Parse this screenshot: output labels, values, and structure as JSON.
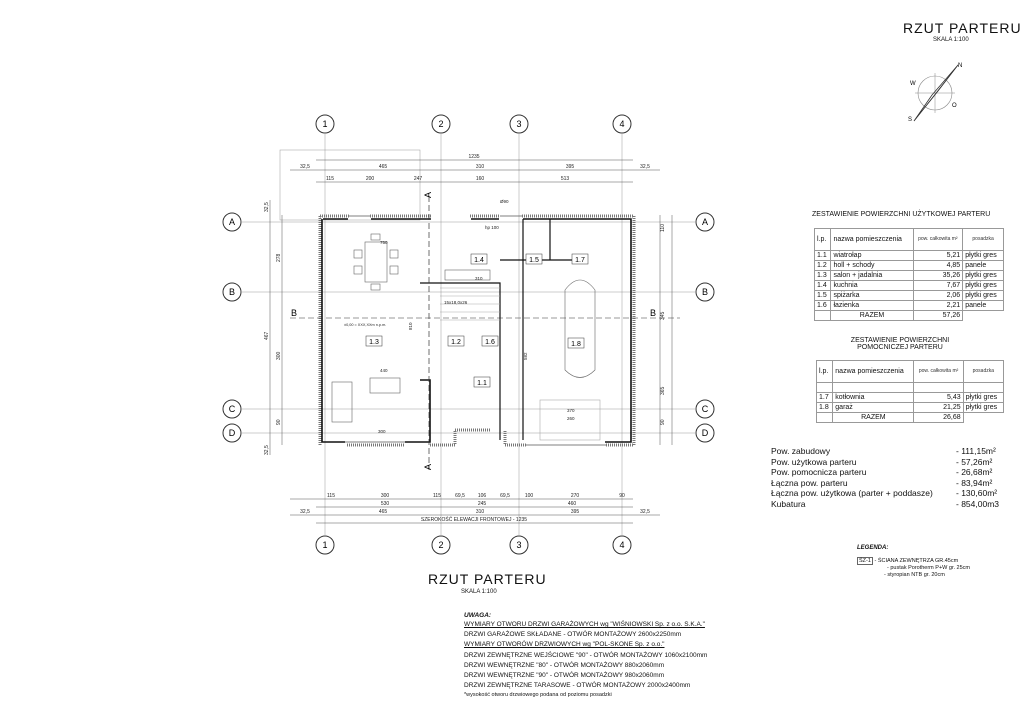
{
  "header": {
    "title": "RZUT PARTERU",
    "scale": "SKALA 1:100"
  },
  "compass": {
    "n": "N",
    "s": "S",
    "w": "W",
    "o": "O"
  },
  "plan": {
    "title": "RZUT PARTERU",
    "scale": "SKALA 1:100",
    "axes_vertical": [
      "1",
      "2",
      "3",
      "4"
    ],
    "axes_horizontal": [
      "A",
      "B",
      "C",
      "D"
    ],
    "section_marker": "A",
    "section_side": "B",
    "top_dims_total": "1235",
    "top_dims_row1": [
      "32,5",
      "465",
      "310",
      "395",
      "32,5"
    ],
    "top_dims_row2": [
      "115",
      "200",
      "247",
      "160",
      "513"
    ],
    "bottom_dims_row1": [
      "115",
      "300",
      "115",
      "69,5",
      "106",
      "69,5",
      "100",
      "270",
      "90"
    ],
    "bottom_dims_row2": [
      "530",
      "245",
      "460"
    ],
    "bottom_dims_row3": [
      "32,5",
      "465",
      "310",
      "395",
      "32,5"
    ],
    "facade_width": "SZEROKOŚĆ ELEWACJI FRONTOWEJ - 1235",
    "rooms": [
      "1.1",
      "1.2",
      "1.3",
      "1.4",
      "1.5",
      "1.6",
      "1.7",
      "1.8"
    ],
    "left_dims": [
      "32,5",
      "278",
      "300",
      "467",
      "90",
      "32,5"
    ],
    "right_dims": [
      "110",
      "345",
      "365",
      "90"
    ],
    "inner_labels": [
      "750",
      "440",
      "300",
      "810",
      "310",
      "15x18,0x26",
      "Ø90",
      "hp 100",
      "±0,00 = XXX,XXm n.p.m.",
      "370",
      "260",
      "582"
    ]
  },
  "usable_table": {
    "title": "ZESTAWIENIE POWIERZCHNI UŻYTKOWEJ PARTERU",
    "headers": [
      "l.p.",
      "nazwa pomieszczenia",
      "pow. całkowita m²",
      "posadzka"
    ],
    "rows": [
      [
        "1.1",
        "wiatrołap",
        "5,21",
        "płytki gres"
      ],
      [
        "1.2",
        "holl + schody",
        "4,85",
        "panele"
      ],
      [
        "1.3",
        "salon + jadalnia",
        "35,26",
        "płytki gres"
      ],
      [
        "1.4",
        "kuchnia",
        "7,67",
        "płytki gres"
      ],
      [
        "1.5",
        "spiżarka",
        "2,06",
        "płytki gres"
      ],
      [
        "1.6",
        "łazienka",
        "2,21",
        "panele"
      ]
    ],
    "total_label": "RAZEM",
    "total": "57,26"
  },
  "aux_table": {
    "title1": "ZESTAWIENIE POWIERZCHNI",
    "title2": "POMOCNICZEJ PARTERU",
    "headers": [
      "l.p.",
      "nazwa pomieszczenia",
      "pow. całkowita m²",
      "posadzka"
    ],
    "rows": [
      [
        "1.7",
        "kotłownia",
        "5,43",
        "płytki gres"
      ],
      [
        "1.8",
        "garaż",
        "21,25",
        "płytki gres"
      ]
    ],
    "total_label": "RAZEM",
    "total": "26,68"
  },
  "stats": [
    {
      "label": "Pow. zabudowy",
      "value": "- 111,15m²"
    },
    {
      "label": "Pow. użytkowa parteru",
      "value": "- 57,26m²"
    },
    {
      "label": "Pow. pomocnicza parteru",
      "value": "- 26,68m²"
    },
    {
      "label": "Łączna pow. parteru",
      "value": "- 83,94m²"
    },
    {
      "label": "Łączna pow. użytkowa (parter + poddasze)",
      "value": "- 130,60m²"
    },
    {
      "label": "Kubatura",
      "value": "- 854,00m3"
    }
  ],
  "legend": {
    "title": "LEGENDA:",
    "tag": "ŚZ-1",
    "line1": "- ŚCIANA ZEWNĘTRZA GR.45cm",
    "line2": "- pustak Porotherm P+W gr. 25cm",
    "line3": "- styropian NTB gr. 20cm"
  },
  "notes": {
    "title": "UWAGA:",
    "lines": [
      "WYMIARY OTWORU DRZWI GARAŻOWYCH wg \"WIŚNIOWSKI Sp. z o.o. S.K.A.\"",
      "DRZWI GARAŻOWE SKŁADANE - OTWÓR MONTAŻOWY 2600x2250mm",
      "WYMIARY OTWORÓW DRZWIOWYCH wg \"POL-SKONE Sp. z o.o.\"",
      "DRZWI ZEWNĘTRZNE WEJŚCIOWE \"90\" - OTWÓR MONTAŻOWY 1060x2100mm",
      "DRZWI WEWNĘTRZNE \"80\" - OTWÓR MONTAŻOWY 880x2060mm",
      "DRZWI WEWNĘTRZNE \"90\" - OTWÓR MONTAŻOWY 980x2060mm",
      "DRZWI ZEWNĘTRZNE TARASOWE - OTWÓR MONTAŻOWY 2000x2400mm",
      "*wysokość otworu drzwiowego podana od poziomu posadzki"
    ]
  }
}
